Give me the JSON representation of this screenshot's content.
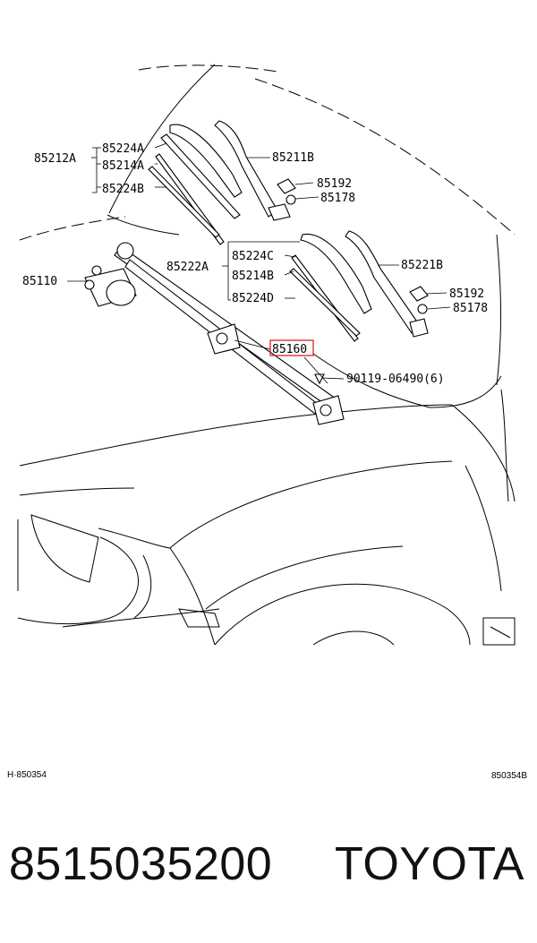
{
  "callouts": {
    "c85212A": "85212A",
    "c85224A": "85224A",
    "c85214A": "85214A",
    "c85224B": "85224B",
    "c85211B": "85211B",
    "c85192a": "85192",
    "c85178a": "85178",
    "c85222A": "85222A",
    "c85224C": "85224C",
    "c85214B": "85214B",
    "c85224D": "85224D",
    "c85221B": "85221B",
    "c85192b": "85192",
    "c85178b": "85178",
    "c85110": "85110",
    "c85160": "85160",
    "c90119": "90119-06490(6)"
  },
  "refs": {
    "left": "H·850354",
    "right": "850354B"
  },
  "footer": {
    "part_number": "8515035200",
    "brand": "TOYOTA"
  },
  "colors": {
    "highlight": "#e02020",
    "line": "#000000"
  }
}
